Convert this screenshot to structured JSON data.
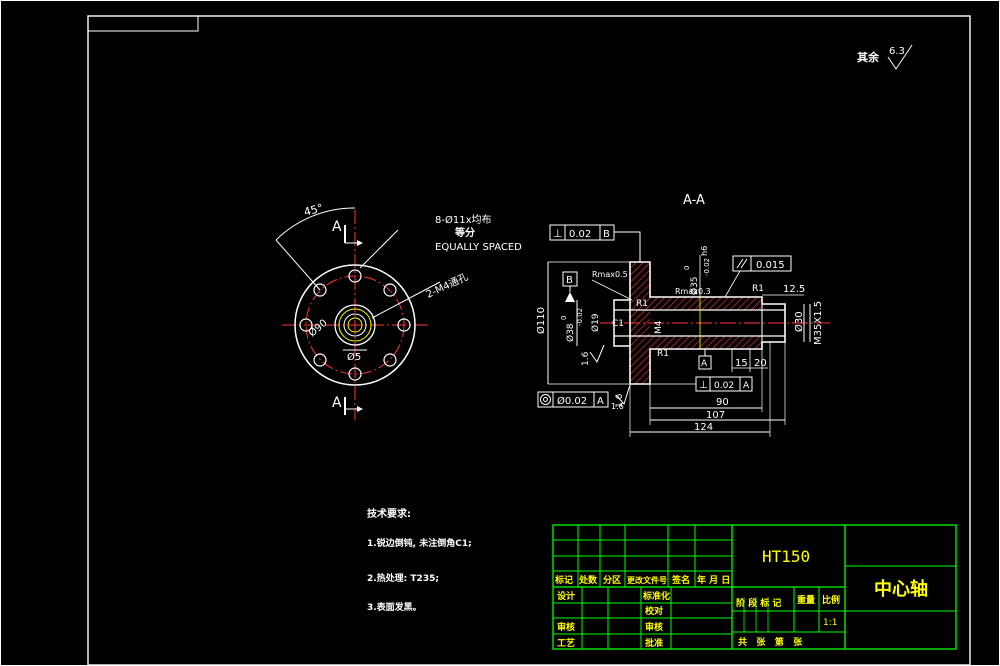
{
  "drawing": {
    "title_cn": "中心轴",
    "material": "HT150",
    "view_label": "A-A",
    "section_mark": "A",
    "roughness_note_label": "其余",
    "roughness_note_value": "6.3"
  },
  "front_view": {
    "angle_dim": "45°",
    "hole_note_line1": "8-Ø11x均布",
    "hole_note_line2": "等分",
    "hole_note_line3": "EQUALLY SPACED",
    "thread_note": "2-M4通孔",
    "dia_dim": "Ø90",
    "small_dim": "Ø5"
  },
  "section_view": {
    "perp_symbol": "⊥",
    "perp_tol": "0.02",
    "perp_datum": "B",
    "datum_b": "B",
    "datum_a": "A",
    "cyl_tol": "0.015",
    "conc_tol": "Ø0.02",
    "conc_datum": "A",
    "perp2_tol": "0.02",
    "perp2_datum": "A",
    "rmax1": "Rmax0.5",
    "rmax2": "Rmax0.3",
    "r1_a": "R1",
    "r1_b": "R1",
    "r1_c": "R1",
    "dia_110": "Ø110",
    "dia_38": "Ø38",
    "tol_38_up": "0",
    "tol_38_low": "-0.02",
    "dia_19": "Ø19",
    "c1": "C1",
    "m4": "M4",
    "dia_35_tol": "Ø35",
    "tol_35_up": "0",
    "tol_35_low": "-0.02",
    "tol_35_fit": "h6",
    "dia_30": "Ø30",
    "thread": "M35X1.5",
    "dim_125": "12.5",
    "dim_15": "15",
    "dim_20": "20",
    "dim_16a": "1.6",
    "dim_16b": "1.6",
    "dim_16c": "1.6",
    "dim_90": "90",
    "dim_107": "107",
    "dim_124": "124"
  },
  "tech_req": {
    "title": "技术要求:",
    "item1": "1.锐边倒钝, 未注倒角C1;",
    "item2": "2.热处理: T235;",
    "item3": "3.表面发黑。"
  },
  "title_block": {
    "marks": "标记",
    "count": "处数",
    "zone": "分区",
    "change_doc": "更改文件号",
    "signature": "签名",
    "date": "年 月 日",
    "design": "设计",
    "standardize": "标准化",
    "review": "审核",
    "craft": "工艺",
    "proofread": "校对",
    "approve": "批准",
    "stage_mark": "阶 段 标 记",
    "weight": "重量",
    "scale": "比例",
    "scale_value": "1:1",
    "sheets": "共   张   第   张",
    "audit": "审核"
  }
}
